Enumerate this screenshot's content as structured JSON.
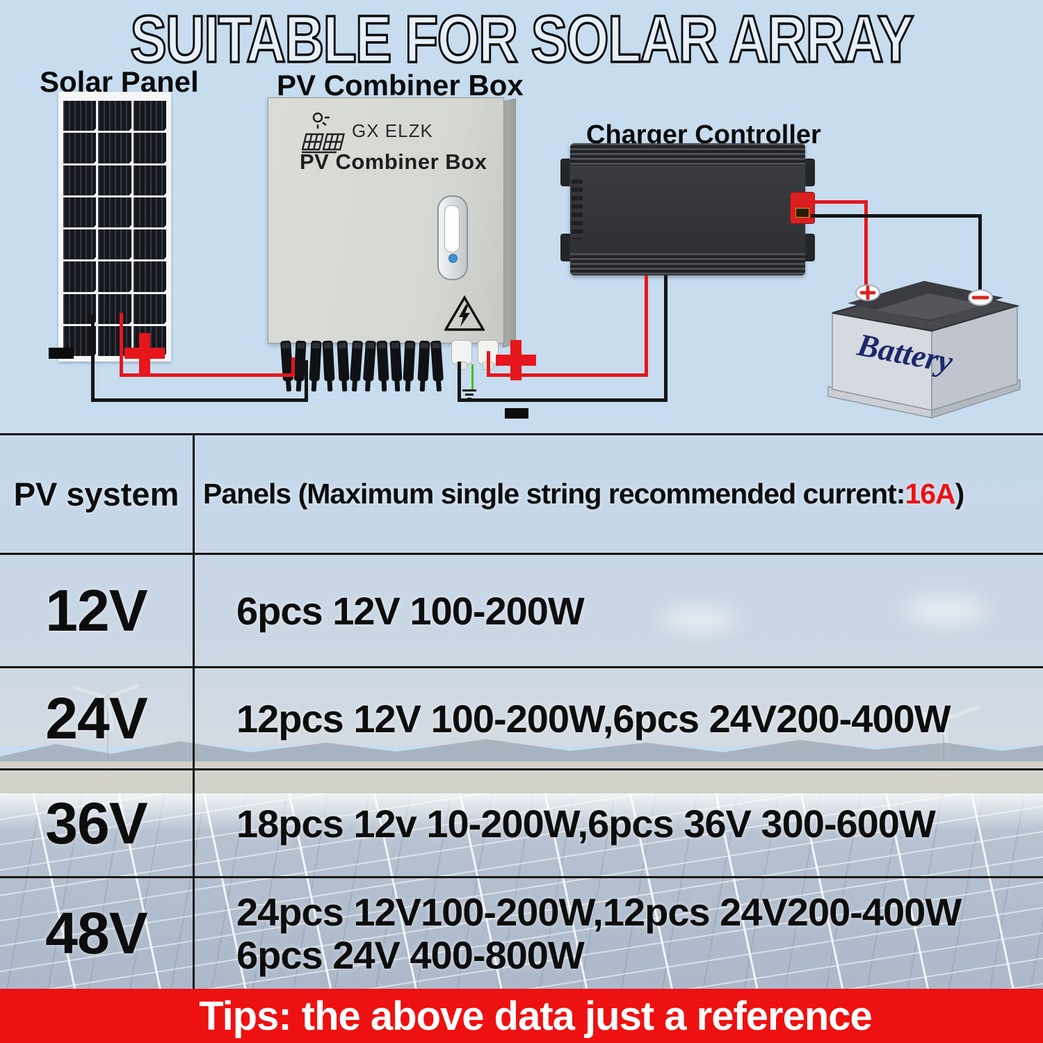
{
  "title": "SUITABLE FOR SOLAR ARRAY",
  "diagram": {
    "solar_panel_label": "Solar Panel",
    "combiner_label": "PV Combiner Box",
    "controller_label": "Charger Controller",
    "battery_label": "Battery",
    "box_brand": "GX ELZK",
    "box_name": "PV Combiner Box",
    "polarity_positive": "+",
    "polarity_negative": "-"
  },
  "icons": {
    "combiner_logo": "sun-solar-panel-icon",
    "warning": "high-voltage-triangle-icon",
    "ground": "earth-ground-icon",
    "wind": "wind-turbine"
  },
  "table": {
    "header": {
      "col1": "PV system",
      "col2_prefix": "Panels (Maximum single string recommended current:",
      "col2_current": "16A",
      "col2_suffix": ")"
    },
    "rows": [
      {
        "system": "12V",
        "panels": "6pcs 12V 100-200W"
      },
      {
        "system": "24V",
        "panels": "12pcs 12V 100-200W,6pcs 24V200-400W"
      },
      {
        "system": "36V",
        "panels": "18pcs 12v 10-200W,6pcs 36V 300-600W"
      },
      {
        "system": "48V",
        "panels": "24pcs 12V100-200W,12pcs 24V200-400W",
        "panels_line2": "6pcs 24V 400-800W"
      }
    ]
  },
  "footer": {
    "tip": "Tips: the above data just a reference"
  },
  "colors": {
    "background": "#c7dcef",
    "accent_red": "#ee1111",
    "wire_red": "#e6161c",
    "wire_black": "#141414",
    "battery_text": "#1b2a6b"
  }
}
